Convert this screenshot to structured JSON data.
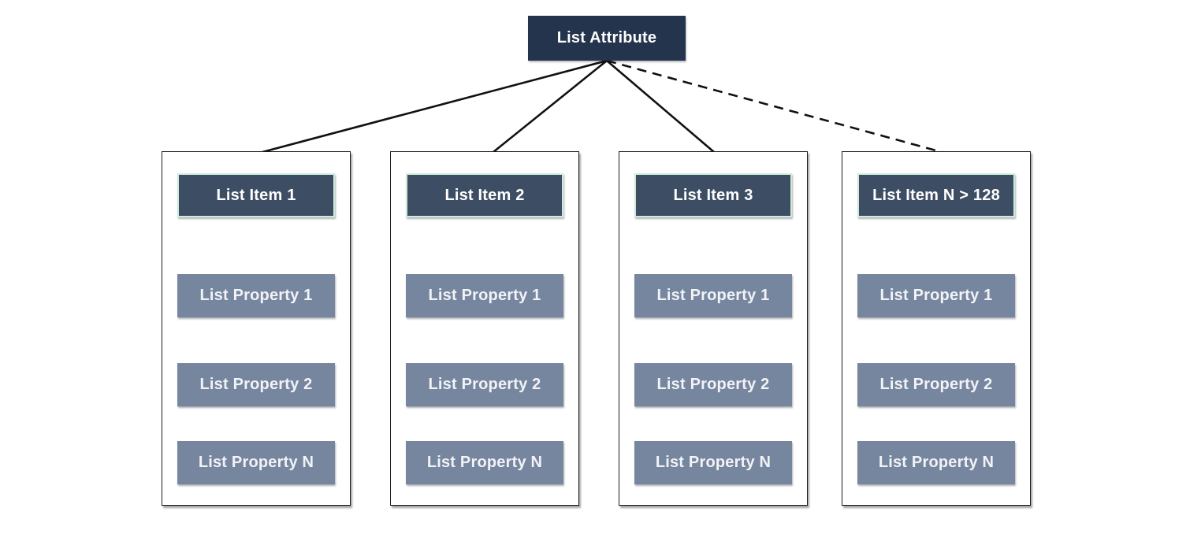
{
  "diagram": {
    "root": {
      "label": "List Attribute"
    },
    "columns": [
      {
        "item": "List Item 1",
        "properties": [
          "List Property 1",
          "List Property 2",
          "List Property N"
        ],
        "connector": "solid"
      },
      {
        "item": "List Item 2",
        "properties": [
          "List Property 1",
          "List Property 2",
          "List Property N"
        ],
        "connector": "solid"
      },
      {
        "item": "List Item 3",
        "properties": [
          "List Property 1",
          "List Property 2",
          "List Property N"
        ],
        "connector": "solid"
      },
      {
        "item": "List Item N > 128",
        "properties": [
          "List Property 1",
          "List Property 2",
          "List Property N"
        ],
        "connector": "dashed"
      }
    ],
    "colors": {
      "root_fill": "#24344c",
      "item_fill": "#3d4e64",
      "item_border": "#cfeadd",
      "property_fill": "#76869f",
      "connector": "#111111",
      "container_border": "#1b1b1b",
      "text": "#ffffff"
    }
  }
}
